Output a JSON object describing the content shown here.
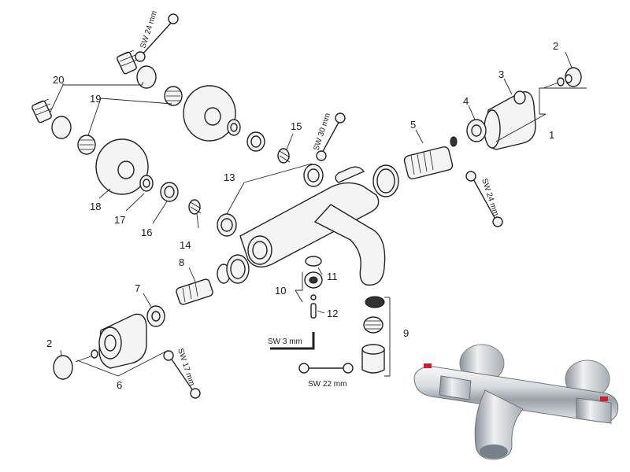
{
  "labels": {
    "p1": "1",
    "p2a": "2",
    "p2b": "2",
    "p3": "3",
    "p4": "4",
    "p5": "5",
    "p6": "6",
    "p7": "7",
    "p8": "8",
    "p9": "9",
    "p10": "10",
    "p11": "11",
    "p12": "12",
    "p13": "13",
    "p14": "14",
    "p15": "15",
    "p16": "16",
    "p17": "17",
    "p18": "18",
    "p19": "19",
    "p20": "20"
  },
  "tools": {
    "sw24_top": "SW 24 mm",
    "sw30": "SW 30 mm",
    "sw24_right": "SW 24 mm",
    "sw17": "SW 17 mm",
    "sw3": "SW 3 mm",
    "sw22": "SW 22 mm"
  },
  "colors": {
    "line": "#222222",
    "background": "#ffffff",
    "chrome": "#c8ccd0"
  }
}
